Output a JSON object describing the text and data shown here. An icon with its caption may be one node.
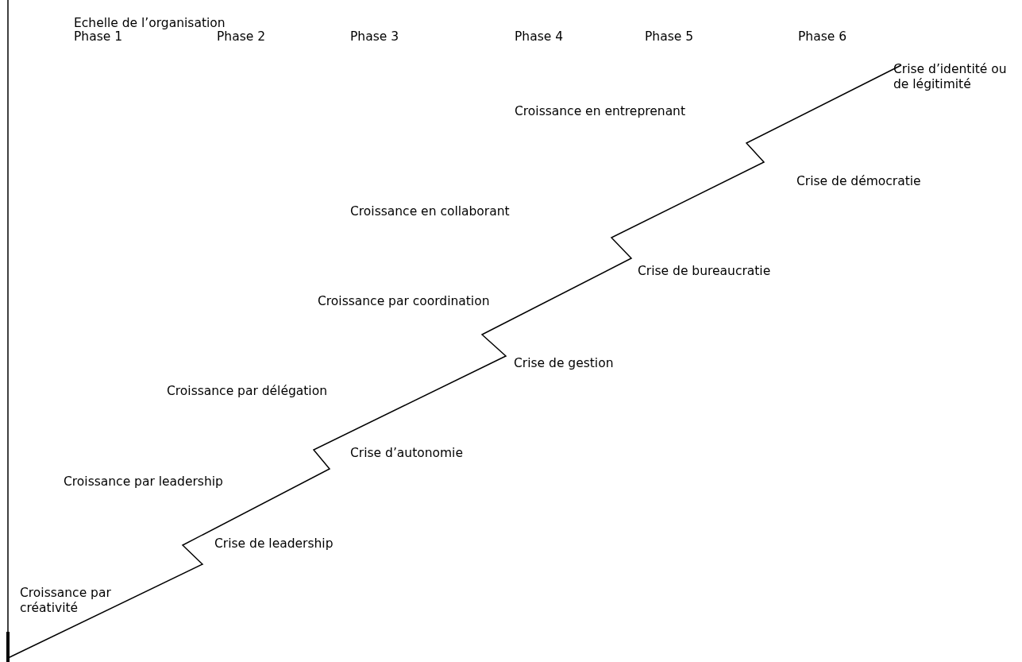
{
  "diagram": {
    "labels": [
      "Echelle de l’organisation",
      "Phase 1",
      "Phase 2",
      "Phase 3",
      "Phase 4",
      "Phase 5",
      "Phase 6",
      "Croissance en entreprenant",
      "Crise d’identité ou de légitimité",
      "Crise de démocratie",
      "Croissance en collaborant",
      "Crise de bureaucratie",
      "Croissance par coordination",
      "Crise de gestion",
      "Croissance par délégation",
      "Crise d’autonomie",
      "Croissance par leadership",
      "Crise de leadership",
      "Croissance par créativité"
    ]
  }
}
